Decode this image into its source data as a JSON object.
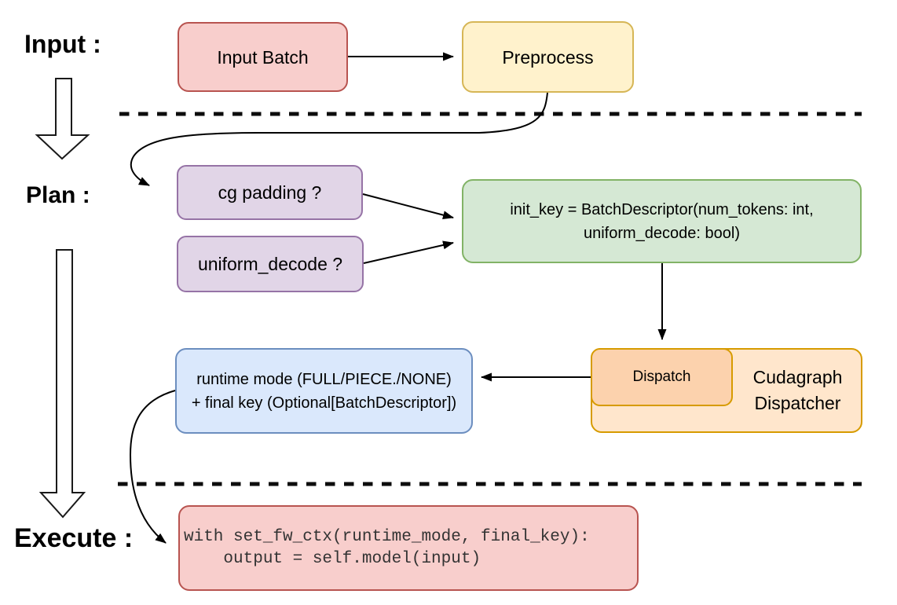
{
  "stage_labels": {
    "input": "Input :",
    "plan": "Plan :",
    "execute": "Execute :"
  },
  "nodes": {
    "input_batch": {
      "label": "Input Batch",
      "fill": "#f8cecc",
      "stroke": "#b85450"
    },
    "preprocess": {
      "label": "Preprocess",
      "fill": "#fff2cc",
      "stroke": "#d6b656"
    },
    "cg_padding": {
      "label": "cg padding ?",
      "fill": "#e1d5e7",
      "stroke": "#9673a6"
    },
    "uniform_decode": {
      "label": "uniform_decode ?",
      "fill": "#e1d5e7",
      "stroke": "#9673a6"
    },
    "init_key": {
      "line1": "init_key = BatchDescriptor(num_tokens: int,",
      "line2": "uniform_decode: bool)",
      "fill": "#d5e8d4",
      "stroke": "#82b366"
    },
    "dispatch": {
      "label": "Dispatch",
      "fill": "#fcd2ad",
      "stroke": "#d79b00"
    },
    "cudagraph_dispatcher": {
      "line1": "Cudagraph",
      "line2": "Dispatcher",
      "fill": "#ffe6cc",
      "stroke": "#d79b00"
    },
    "runtime_mode": {
      "line1": "runtime mode (FULL/PIECE./NONE)",
      "line2": "+ final key (Optional[BatchDescriptor])",
      "fill": "#dae8fc",
      "stroke": "#6c8ebf"
    },
    "execute_code": {
      "line1": "with set_fw_ctx(runtime_mode, final_key):",
      "line2": "    output = self.model(input)",
      "fill": "#f8cecc",
      "stroke": "#b85450",
      "text_color": "#333333"
    }
  },
  "connector_color": "#000000",
  "divider_color": "#0d0d0d"
}
